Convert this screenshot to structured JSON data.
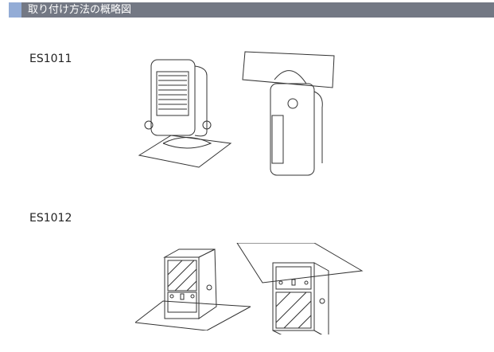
{
  "header": {
    "title": "取り付け方法の概略図",
    "accent_color": "#93acd6",
    "bar_color": "#737884"
  },
  "models": [
    {
      "label": "ES1011"
    },
    {
      "label": "ES1012"
    }
  ]
}
